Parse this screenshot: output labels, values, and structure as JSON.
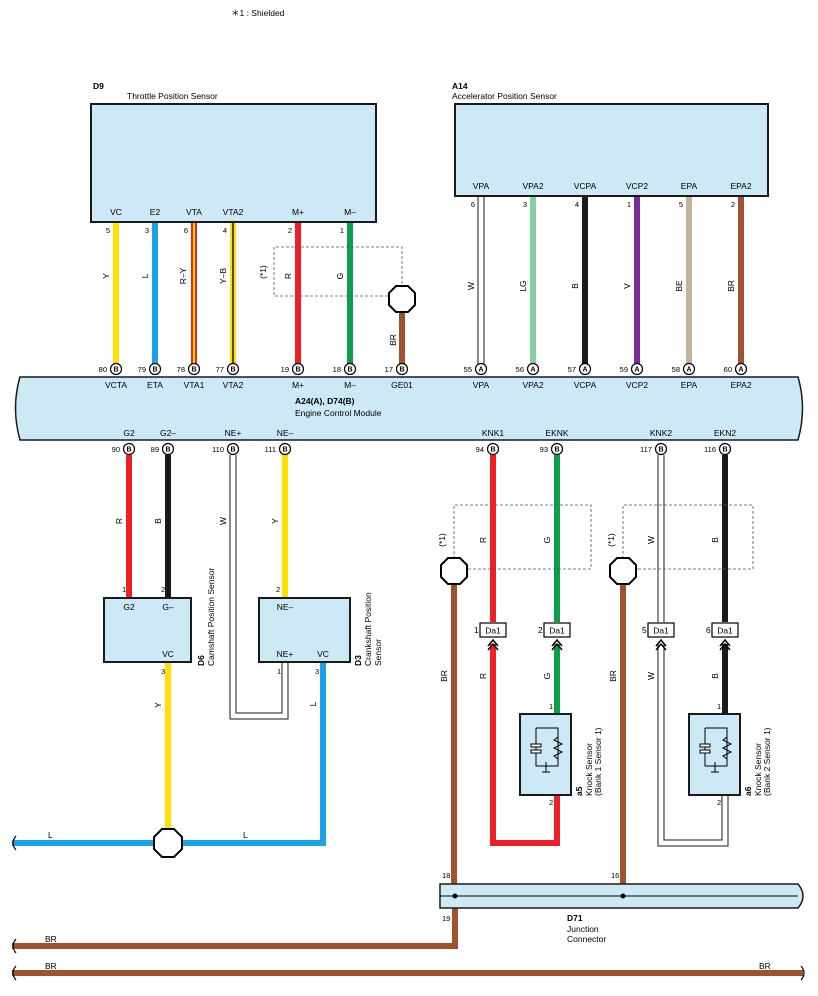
{
  "note": "＊1 : Shielded",
  "components": {
    "tps": {
      "code": "D9",
      "name": "Throttle Position Sensor",
      "pins": [
        {
          "label": "VC",
          "num": "5",
          "color": "Y"
        },
        {
          "label": "E2",
          "num": "3",
          "color": "L"
        },
        {
          "label": "VTA",
          "num": "6",
          "color": "R–Y"
        },
        {
          "label": "VTA2",
          "num": "4",
          "color": "Y–B"
        },
        {
          "label": "M+",
          "num": "2",
          "color": "R"
        },
        {
          "label": "M–",
          "num": "1",
          "color": "G"
        }
      ]
    },
    "aps": {
      "code": "A14",
      "name": "Accelerator Position Sensor",
      "pins": [
        {
          "label": "VPA",
          "num": "6",
          "color": "W"
        },
        {
          "label": "VPA2",
          "num": "3",
          "color": "LG"
        },
        {
          "label": "VCPA",
          "num": "4",
          "color": "B"
        },
        {
          "label": "VCP2",
          "num": "1",
          "color": "V"
        },
        {
          "label": "EPA",
          "num": "5",
          "color": "BE"
        },
        {
          "label": "EPA2",
          "num": "2",
          "color": "BR"
        }
      ]
    },
    "ecm": {
      "code": "A24(A), D74(B)",
      "name": "Engine Control Module",
      "top_pins": [
        {
          "num": "80",
          "conn": "B",
          "label": "VCTA"
        },
        {
          "num": "79",
          "conn": "B",
          "label": "ETA"
        },
        {
          "num": "78",
          "conn": "B",
          "label": "VTA1"
        },
        {
          "num": "77",
          "conn": "B",
          "label": "VTA2"
        },
        {
          "num": "19",
          "conn": "B",
          "label": "M+"
        },
        {
          "num": "18",
          "conn": "B",
          "label": "M–"
        },
        {
          "num": "17",
          "conn": "B",
          "label": "GE01"
        },
        {
          "num": "55",
          "conn": "A",
          "label": "VPA"
        },
        {
          "num": "56",
          "conn": "A",
          "label": "VPA2"
        },
        {
          "num": "57",
          "conn": "A",
          "label": "VCPA"
        },
        {
          "num": "59",
          "conn": "A",
          "label": "VCP2"
        },
        {
          "num": "58",
          "conn": "A",
          "label": "EPA"
        },
        {
          "num": "60",
          "conn": "A",
          "label": "EPA2"
        }
      ],
      "bottom_pins": [
        {
          "num": "90",
          "conn": "B",
          "label": "G2"
        },
        {
          "num": "89",
          "conn": "B",
          "label": "G2–"
        },
        {
          "num": "110",
          "conn": "B",
          "label": "NE+"
        },
        {
          "num": "111",
          "conn": "B",
          "label": "NE–"
        },
        {
          "num": "94",
          "conn": "B",
          "label": "KNK1"
        },
        {
          "num": "93",
          "conn": "B",
          "label": "EKNK"
        },
        {
          "num": "117",
          "conn": "B",
          "label": "KNK2"
        },
        {
          "num": "116",
          "conn": "B",
          "label": "EKN2"
        }
      ]
    },
    "cam": {
      "code": "D6",
      "name": "Camshaft Position Sensor",
      "pin_labels": [
        "G2",
        "G–",
        "VC"
      ],
      "pin_nums": [
        "1",
        "2",
        "3"
      ]
    },
    "crank": {
      "code": "D3",
      "name_line1": "Crankshaft Position",
      "name_line2": "Sensor",
      "pin_labels": [
        "NE–",
        "NE+",
        "VC"
      ],
      "pin_nums": [
        "2",
        "1",
        "3"
      ]
    },
    "knock1": {
      "code": "a5",
      "name_line1": "Knock Sensor",
      "name_line2": "(Bank 1 Sensor 1)",
      "pin_nums": [
        "1",
        "2"
      ]
    },
    "knock2": {
      "code": "a6",
      "name_line1": "Knock Sensor",
      "name_line2": "(Bank 2 Sensor 1)",
      "pin_nums": [
        "1",
        "2"
      ]
    },
    "jc": {
      "code": "D71",
      "name_line1": "Junction",
      "name_line2": "Connector",
      "pin_nums": [
        "18",
        "16",
        "19"
      ]
    }
  },
  "connectors": [
    {
      "num": "1",
      "label": "Da1"
    },
    {
      "num": "2",
      "label": "Da1"
    },
    {
      "num": "5",
      "label": "Da1"
    },
    {
      "num": "6",
      "label": "Da1"
    }
  ],
  "wire_labels": {
    "ge01": "BR",
    "cam_g2": "R",
    "cam_g2n": "B",
    "crank_nep": "W",
    "crank_nen": "Y",
    "cam_vc": "Y",
    "crank_vc": "L",
    "bus_l_left": "L",
    "bus_l_right": "L",
    "knk1_upper": "R",
    "eknk_upper": "G",
    "knk2_upper": "W",
    "ekn2_upper": "B",
    "knk1_lower": "R",
    "eknk_lower": "G",
    "knk2_lower": "W",
    "ekn2_lower": "B",
    "shield1": "BR",
    "shield2": "BR",
    "ground1": "BR",
    "ground2_left": "BR",
    "ground2_right": "BR"
  },
  "shield_marks": [
    "(*1)",
    "(*1)",
    "(*1)"
  ],
  "colors": {
    "Y": "#ffe000",
    "L": "#1aa3e8",
    "R": "#ee2026",
    "G": "#0aa04a",
    "W": "#ffffff",
    "B": "#1a1a1a",
    "LG": "#86cfa1",
    "V": "#7b2b9b",
    "BE": "#c3b29a",
    "BR": "#a0522d",
    "box_fill": "#cde9f6"
  }
}
